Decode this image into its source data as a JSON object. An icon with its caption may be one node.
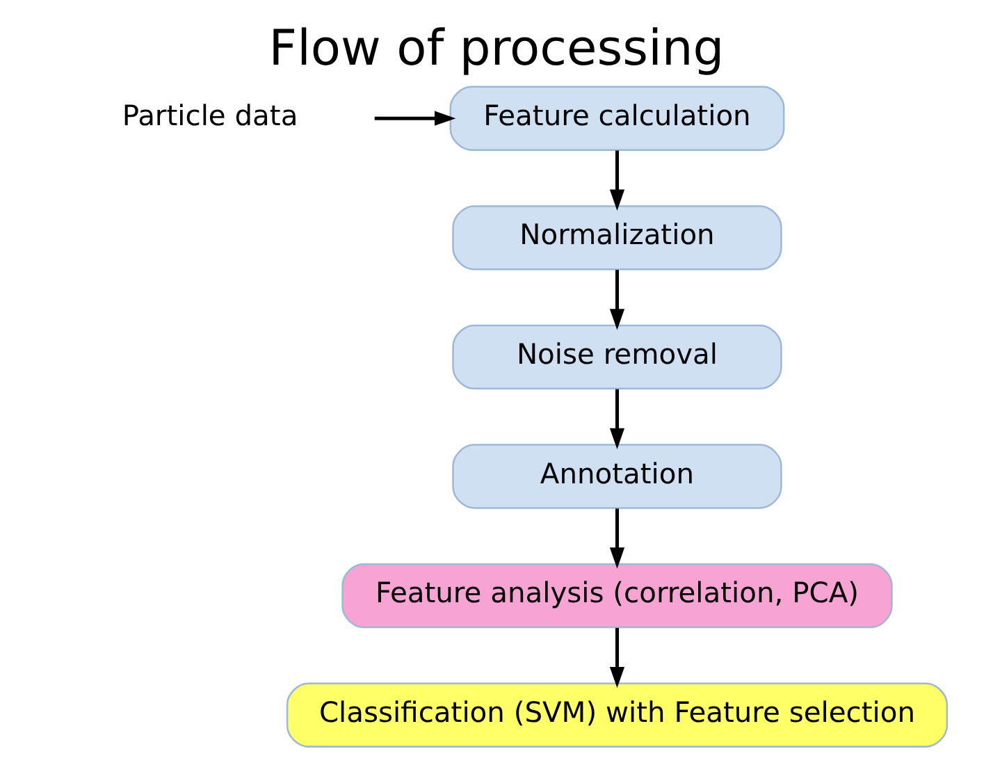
{
  "diagram": {
    "title": "Flow of processing",
    "nodes": [
      {
        "text": [
          "Feature calculation"
        ]
      },
      {
        "text": [
          "Particle data"
        ]
      },
      {
        "text": [
          "Normalization"
        ]
      },
      {
        "text": [
          "Noise removal"
        ]
      },
      {
        "text": [
          "Annotation"
        ]
      },
      {
        "text": [
          "Feature analysis (correlation, PCA)"
        ]
      },
      {
        "text": [
          "Classification (SVM) with Feature selection"
        ]
      }
    ],
    "edges": [
      {
        "from": 1,
        "to": 0,
        "arrow": "to"
      },
      {
        "from": 0,
        "to": 2,
        "arrow": "to"
      },
      {
        "from": 2,
        "to": 3,
        "arrow": "to"
      },
      {
        "from": 3,
        "to": 4,
        "arrow": "to"
      },
      {
        "from": 4,
        "to": 5,
        "arrow": "to"
      },
      {
        "from": 5,
        "to": 6,
        "arrow": "to"
      }
    ]
  }
}
